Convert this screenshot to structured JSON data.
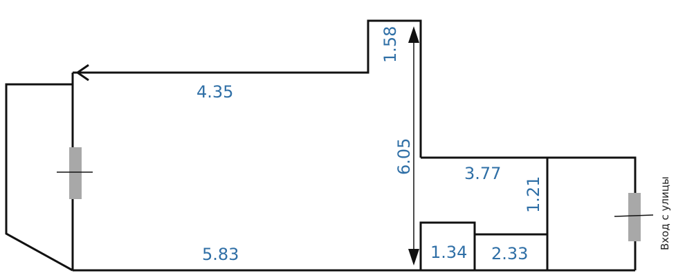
{
  "plan": {
    "dimensions": {
      "top_wall": "4.35",
      "bottom_wall": "5.83",
      "niche_height": "1.58",
      "main_height": "6.05",
      "room_right_width": "3.77",
      "room_right_height": "1.21",
      "small_room_a": "1.34",
      "small_room_b": "2.33"
    },
    "entrance_label": "Вход с улицы",
    "colors": {
      "dimension_text": "#2f6fa6",
      "walls": "#111111",
      "window": "#a8a8a8"
    }
  }
}
